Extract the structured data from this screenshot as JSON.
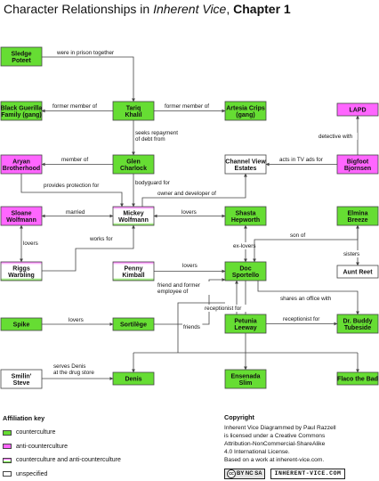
{
  "title": {
    "prefix": "Character Relationships in ",
    "work": "Inherent Vice",
    "sep": ", ",
    "chapter": "Chapter 1"
  },
  "colors": {
    "counter": "#66dd33",
    "anti": "#ff66ff",
    "unspecified": "#ffffff",
    "line": "#444444"
  },
  "nodes": [
    {
      "id": "sledge",
      "lines": [
        "Sledge",
        "Poteet"
      ],
      "type": "counter"
    },
    {
      "id": "tariq",
      "lines": [
        "Tariq",
        "Khalil"
      ],
      "type": "counter"
    },
    {
      "id": "bgf",
      "lines": [
        "Black Guerilla",
        "Family (gang)"
      ],
      "type": "counter"
    },
    {
      "id": "artesia",
      "lines": [
        "Artesia Crips",
        "(gang)"
      ],
      "type": "counter"
    },
    {
      "id": "lapd",
      "lines": [
        "LAPD"
      ],
      "type": "anti"
    },
    {
      "id": "aryan",
      "lines": [
        "Aryan",
        "Brotherhood"
      ],
      "type": "anti"
    },
    {
      "id": "glen",
      "lines": [
        "Glen",
        "Charlock"
      ],
      "type": "counter"
    },
    {
      "id": "channel",
      "lines": [
        "Channel View",
        "Estates"
      ],
      "type": "unspecified"
    },
    {
      "id": "bigfoot",
      "lines": [
        "Bigfoot",
        "Bjornsen"
      ],
      "type": "anti"
    },
    {
      "id": "sloane",
      "lines": [
        "Sloane",
        "Wolfmann"
      ],
      "type": "anti"
    },
    {
      "id": "mickey",
      "lines": [
        "Mickey",
        "Wolfmann"
      ],
      "type": "both"
    },
    {
      "id": "shasta",
      "lines": [
        "Shasta",
        "Hepworth"
      ],
      "type": "counter"
    },
    {
      "id": "elmina",
      "lines": [
        "Elmina",
        "Breeze"
      ],
      "type": "counter"
    },
    {
      "id": "riggs",
      "lines": [
        "Riggs",
        "Warbling"
      ],
      "type": "both"
    },
    {
      "id": "penny",
      "lines": [
        "Penny",
        "Kimball"
      ],
      "type": "both"
    },
    {
      "id": "doc",
      "lines": [
        "Doc",
        "Sportello"
      ],
      "type": "counter"
    },
    {
      "id": "reet",
      "lines": [
        "Aunt Reet"
      ],
      "type": "unspecified"
    },
    {
      "id": "spike",
      "lines": [
        "Spike"
      ],
      "type": "counter"
    },
    {
      "id": "sortilege",
      "lines": [
        "Sortilège"
      ],
      "type": "counter"
    },
    {
      "id": "petunia",
      "lines": [
        "Petunia",
        "Leeway"
      ],
      "type": "counter"
    },
    {
      "id": "buddy",
      "lines": [
        "Dr. Buddy",
        "Tubeside"
      ],
      "type": "counter"
    },
    {
      "id": "smilin",
      "lines": [
        "Smilin'",
        "Steve"
      ],
      "type": "unspecified"
    },
    {
      "id": "denis",
      "lines": [
        "Denis"
      ],
      "type": "counter"
    },
    {
      "id": "ensenada",
      "lines": [
        "Ensenada",
        "Slim"
      ],
      "type": "counter"
    },
    {
      "id": "flaco",
      "lines": [
        "Flaco the Bad"
      ],
      "type": "counter"
    }
  ],
  "edges": [
    {
      "id": "e-sledge-tariq",
      "label": [
        "were in prison together"
      ]
    },
    {
      "id": "e-tariq-bgf",
      "label": [
        "former member of"
      ]
    },
    {
      "id": "e-tariq-artesia",
      "label": [
        "former member of"
      ]
    },
    {
      "id": "e-tariq-glen",
      "label": [
        "seeks repayment",
        "of debt from"
      ]
    },
    {
      "id": "e-bigfoot-lapd",
      "label": [
        "detective with"
      ]
    },
    {
      "id": "e-glen-aryan",
      "label": [
        "member of"
      ]
    },
    {
      "id": "e-bigfoot-channel",
      "label": [
        "acts in TV ads for"
      ]
    },
    {
      "id": "e-aryan-mickey",
      "label": [
        "provides protection for"
      ]
    },
    {
      "id": "e-glen-mickey",
      "label": [
        "bodyguard for"
      ]
    },
    {
      "id": "e-mickey-channel",
      "label": [
        "owner and developer of"
      ]
    },
    {
      "id": "e-sloane-mickey",
      "label": [
        "married"
      ]
    },
    {
      "id": "e-mickey-shasta",
      "label": [
        "lovers"
      ]
    },
    {
      "id": "e-sloane-riggs",
      "label": [
        "lovers"
      ]
    },
    {
      "id": "e-riggs-mickey",
      "label": [
        "works for"
      ]
    },
    {
      "id": "e-shasta-doc",
      "label": [
        "ex-lovers"
      ]
    },
    {
      "id": "e-elmina-doc",
      "label": [
        "son of"
      ]
    },
    {
      "id": "e-elmina-reet",
      "label": [
        "sisters"
      ]
    },
    {
      "id": "e-penny-doc",
      "label": [
        "lovers"
      ]
    },
    {
      "id": "e-sortilege-doc",
      "label": [
        "friend and former",
        "employee of"
      ]
    },
    {
      "id": "e-doc-buddy",
      "label": [
        "shares an office with"
      ]
    },
    {
      "id": "e-spike-sortilege",
      "label": [
        "lovers"
      ]
    },
    {
      "id": "e-petunia-doc",
      "label": [
        "receptionist for"
      ]
    },
    {
      "id": "e-petunia-buddy",
      "label": [
        "receptionist for"
      ]
    },
    {
      "id": "e-doc-friends",
      "label": [
        "friends"
      ]
    },
    {
      "id": "e-smilin-denis",
      "label": [
        "serves Denis",
        "at the drug store"
      ]
    }
  ],
  "key": {
    "title": "Affiliation key",
    "items": [
      {
        "label": "counterculture",
        "type": "counter"
      },
      {
        "label": "anti-counterculture",
        "type": "anti"
      },
      {
        "label": "counterculture and anti-counterculture",
        "type": "both"
      },
      {
        "label": "unspecified",
        "type": "unspecified"
      }
    ]
  },
  "copyright": {
    "title": "Copyright",
    "lines": [
      "Inherent Vice Diagrammed by Paul Razzell",
      "is licensed under a Creative Commons",
      "Attribution-NonCommercial-ShareAlike",
      "4.0 International License.",
      "Based on a work at inherent-vice.com."
    ],
    "cc_badge": "BY NC SA",
    "site": "INHERENT-VICE.COM"
  }
}
